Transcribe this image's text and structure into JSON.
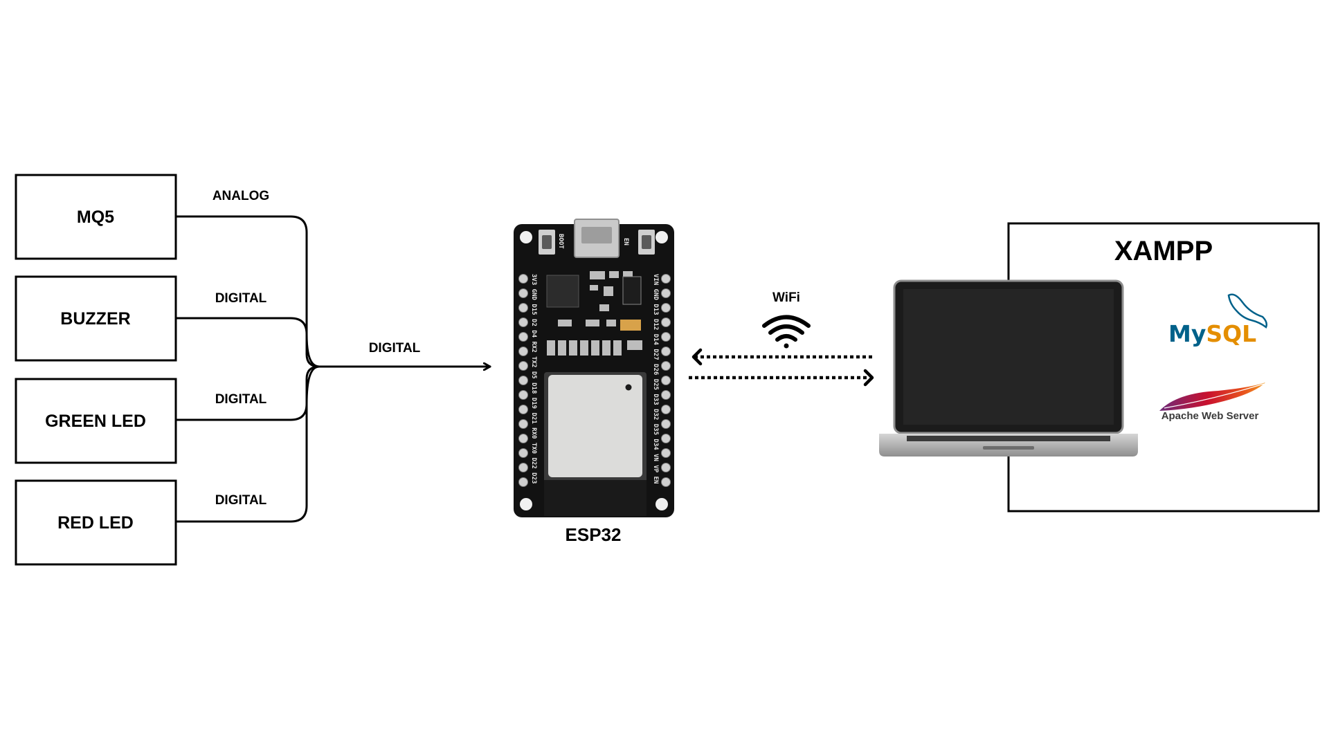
{
  "inputs": [
    {
      "name": "MQ5",
      "signal": "ANALOG"
    },
    {
      "name": "BUZZER",
      "signal": "DIGITAL"
    },
    {
      "name": "GREEN LED",
      "signal": "DIGITAL"
    },
    {
      "name": "RED LED",
      "signal": "DIGITAL"
    }
  ],
  "bus_label": "DIGITAL",
  "controller": {
    "name": "ESP32",
    "button_labels": [
      "BOOT",
      "EN"
    ],
    "left_pins": "3V3 GND D15 D2 D4 RX2 TX2 D5 D18 D19 D21 RX0 TX0 D22 D23",
    "right_pins": "VIN GND D13 D12 D14 D27 D26 D25 D33 D32 D35 D34 VN VP EN"
  },
  "link": {
    "label": "WiFi",
    "icon": "wifi-icon"
  },
  "server": {
    "title": "XAMPP",
    "components": [
      "MySQL",
      "Apache Web Server"
    ],
    "device_icon": "laptop-icon"
  },
  "colors": {
    "line": "#000000",
    "pcb": "#111111",
    "module": "#dcdcda",
    "screen": "#252525",
    "mysql_blue": "#00618a",
    "mysql_orange": "#e48e00",
    "apache_red": "#c8102e",
    "apache_purple": "#6d2b7a"
  }
}
